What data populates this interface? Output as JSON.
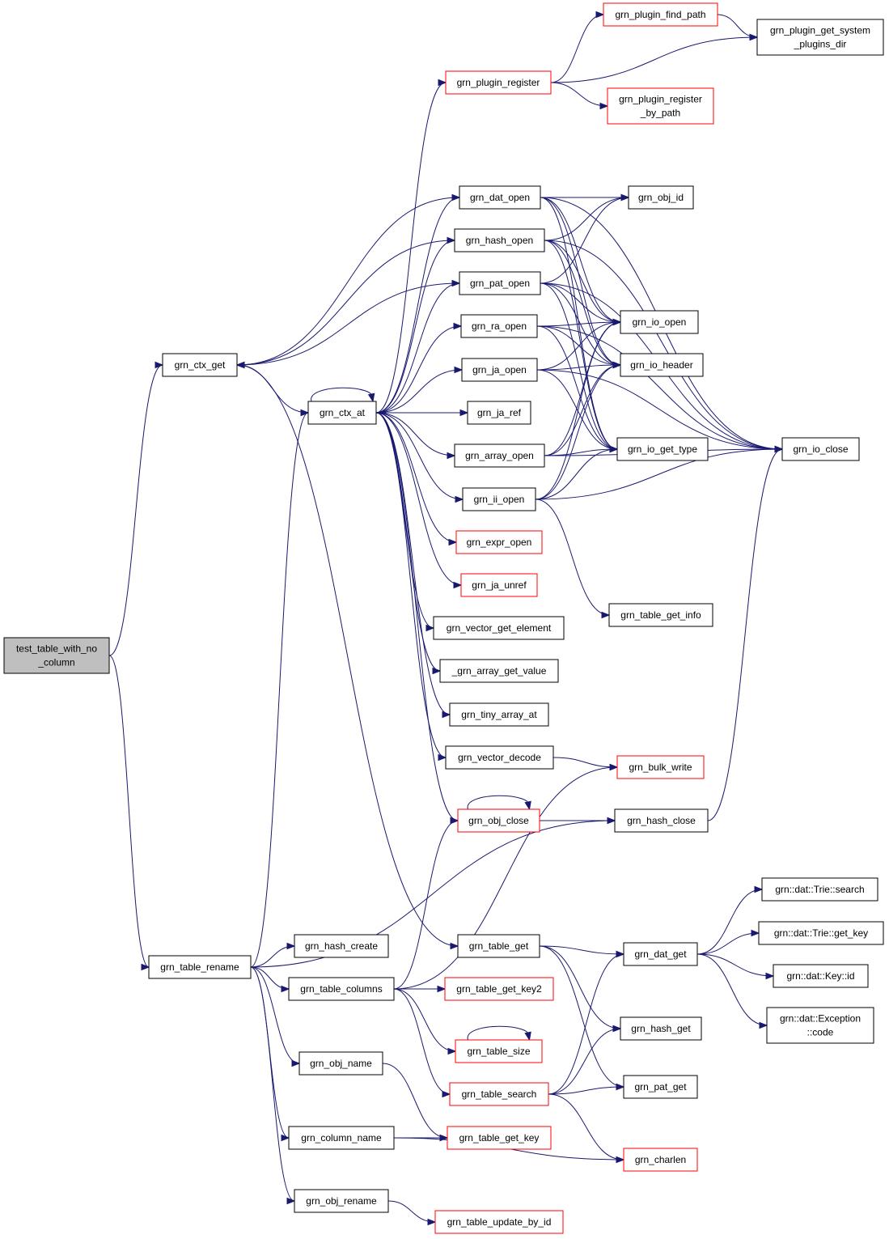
{
  "diagram": {
    "colors": {
      "edge": "#191970",
      "node_border_default": "#000000",
      "node_border_link": "#ff0000",
      "node_fill_root": "#bfbfbf",
      "node_fill": "#ffffff"
    },
    "nodes": [
      {
        "id": "root",
        "lines": [
          "test_table_with_no",
          "_column"
        ],
        "style": "root"
      },
      {
        "id": "ctx_get",
        "lines": [
          "grn_ctx_get"
        ],
        "style": "normal"
      },
      {
        "id": "table_rename",
        "lines": [
          "grn_table_rename"
        ],
        "style": "normal"
      },
      {
        "id": "ctx_at",
        "lines": [
          "grn_ctx_at"
        ],
        "style": "normal"
      },
      {
        "id": "plugin_register",
        "lines": [
          "grn_plugin_register"
        ],
        "style": "red"
      },
      {
        "id": "plugin_find_path",
        "lines": [
          "grn_plugin_find_path"
        ],
        "style": "red"
      },
      {
        "id": "plugin_get_system",
        "lines": [
          "grn_plugin_get_system",
          "_plugins_dir"
        ],
        "style": "normal"
      },
      {
        "id": "plugin_register_by_path",
        "lines": [
          "grn_plugin_register",
          "_by_path"
        ],
        "style": "red"
      },
      {
        "id": "dat_open",
        "lines": [
          "grn_dat_open"
        ],
        "style": "normal"
      },
      {
        "id": "hash_open",
        "lines": [
          "grn_hash_open"
        ],
        "style": "normal"
      },
      {
        "id": "pat_open",
        "lines": [
          "grn_pat_open"
        ],
        "style": "normal"
      },
      {
        "id": "ra_open",
        "lines": [
          "grn_ra_open"
        ],
        "style": "normal"
      },
      {
        "id": "ja_open",
        "lines": [
          "grn_ja_open"
        ],
        "style": "normal"
      },
      {
        "id": "ja_ref",
        "lines": [
          "grn_ja_ref"
        ],
        "style": "normal"
      },
      {
        "id": "array_open",
        "lines": [
          "grn_array_open"
        ],
        "style": "normal"
      },
      {
        "id": "ii_open",
        "lines": [
          "grn_ii_open"
        ],
        "style": "normal"
      },
      {
        "id": "expr_open",
        "lines": [
          "grn_expr_open"
        ],
        "style": "red"
      },
      {
        "id": "ja_unref",
        "lines": [
          "grn_ja_unref"
        ],
        "style": "red"
      },
      {
        "id": "vector_get_element",
        "lines": [
          "grn_vector_get_element"
        ],
        "style": "normal"
      },
      {
        "id": "array_get_value",
        "lines": [
          "_grn_array_get_value"
        ],
        "style": "normal"
      },
      {
        "id": "tiny_array_at",
        "lines": [
          "grn_tiny_array_at"
        ],
        "style": "normal"
      },
      {
        "id": "vector_decode",
        "lines": [
          "grn_vector_decode"
        ],
        "style": "normal"
      },
      {
        "id": "obj_close",
        "lines": [
          "grn_obj_close"
        ],
        "style": "red"
      },
      {
        "id": "obj_id",
        "lines": [
          "grn_obj_id"
        ],
        "style": "normal"
      },
      {
        "id": "io_open",
        "lines": [
          "grn_io_open"
        ],
        "style": "normal"
      },
      {
        "id": "io_header",
        "lines": [
          "grn_io_header"
        ],
        "style": "normal"
      },
      {
        "id": "io_get_type",
        "lines": [
          "grn_io_get_type"
        ],
        "style": "normal"
      },
      {
        "id": "io_close",
        "lines": [
          "grn_io_close"
        ],
        "style": "normal"
      },
      {
        "id": "table_get_info",
        "lines": [
          "grn_table_get_info"
        ],
        "style": "normal"
      },
      {
        "id": "bulk_write",
        "lines": [
          "grn_bulk_write"
        ],
        "style": "red"
      },
      {
        "id": "hash_close",
        "lines": [
          "grn_hash_close"
        ],
        "style": "normal"
      },
      {
        "id": "hash_create",
        "lines": [
          "grn_hash_create"
        ],
        "style": "normal"
      },
      {
        "id": "table_columns",
        "lines": [
          "grn_table_columns"
        ],
        "style": "normal"
      },
      {
        "id": "obj_name",
        "lines": [
          "grn_obj_name"
        ],
        "style": "normal"
      },
      {
        "id": "column_name",
        "lines": [
          "grn_column_name"
        ],
        "style": "normal"
      },
      {
        "id": "obj_rename",
        "lines": [
          "grn_obj_rename"
        ],
        "style": "normal"
      },
      {
        "id": "table_get",
        "lines": [
          "grn_table_get"
        ],
        "style": "normal"
      },
      {
        "id": "table_get_key2",
        "lines": [
          "grn_table_get_key2"
        ],
        "style": "red"
      },
      {
        "id": "table_size",
        "lines": [
          "grn_table_size"
        ],
        "style": "red"
      },
      {
        "id": "table_search",
        "lines": [
          "grn_table_search"
        ],
        "style": "red"
      },
      {
        "id": "table_get_key",
        "lines": [
          "grn_table_get_key"
        ],
        "style": "red"
      },
      {
        "id": "table_update_by_id",
        "lines": [
          "grn_table_update_by_id"
        ],
        "style": "red"
      },
      {
        "id": "dat_get",
        "lines": [
          "grn_dat_get"
        ],
        "style": "normal"
      },
      {
        "id": "hash_get",
        "lines": [
          "grn_hash_get"
        ],
        "style": "normal"
      },
      {
        "id": "pat_get",
        "lines": [
          "grn_pat_get"
        ],
        "style": "normal"
      },
      {
        "id": "charlen",
        "lines": [
          "grn_charlen"
        ],
        "style": "red"
      },
      {
        "id": "trie_search",
        "lines": [
          "grn::dat::Trie::search"
        ],
        "style": "normal"
      },
      {
        "id": "trie_get_key",
        "lines": [
          "grn::dat::Trie::get_key"
        ],
        "style": "normal"
      },
      {
        "id": "key_id",
        "lines": [
          "grn::dat::Key::id"
        ],
        "style": "normal"
      },
      {
        "id": "exception_code",
        "lines": [
          "grn::dat::Exception",
          "::code"
        ],
        "style": "normal"
      }
    ],
    "edges": [
      [
        "root",
        "ctx_get"
      ],
      [
        "root",
        "table_rename"
      ],
      [
        "ctx_get",
        "ctx_at"
      ],
      [
        "ctx_get",
        "table_get"
      ],
      [
        "table_rename",
        "ctx_at"
      ],
      [
        "table_rename",
        "hash_close"
      ],
      [
        "table_rename",
        "hash_create"
      ],
      [
        "table_rename",
        "table_columns"
      ],
      [
        "table_rename",
        "obj_name"
      ],
      [
        "table_rename",
        "column_name"
      ],
      [
        "table_rename",
        "obj_rename"
      ],
      [
        "ctx_at",
        "ctx_at"
      ],
      [
        "ctx_at",
        "plugin_register"
      ],
      [
        "ctx_at",
        "dat_open"
      ],
      [
        "ctx_at",
        "hash_open"
      ],
      [
        "ctx_at",
        "pat_open"
      ],
      [
        "ctx_at",
        "ra_open"
      ],
      [
        "ctx_at",
        "ja_open"
      ],
      [
        "ctx_at",
        "ja_ref"
      ],
      [
        "ctx_at",
        "array_open"
      ],
      [
        "ctx_at",
        "ii_open"
      ],
      [
        "ctx_at",
        "expr_open"
      ],
      [
        "ctx_at",
        "ja_unref"
      ],
      [
        "ctx_at",
        "vector_get_element"
      ],
      [
        "ctx_at",
        "array_get_value"
      ],
      [
        "ctx_at",
        "tiny_array_at"
      ],
      [
        "ctx_at",
        "vector_decode"
      ],
      [
        "ctx_at",
        "obj_close"
      ],
      [
        "plugin_register",
        "plugin_find_path"
      ],
      [
        "plugin_register",
        "plugin_get_system"
      ],
      [
        "plugin_register",
        "plugin_register_by_path"
      ],
      [
        "plugin_find_path",
        "plugin_get_system"
      ],
      [
        "dat_open",
        "ctx_get"
      ],
      [
        "dat_open",
        "obj_id"
      ],
      [
        "dat_open",
        "io_open"
      ],
      [
        "dat_open",
        "io_header"
      ],
      [
        "dat_open",
        "io_get_type"
      ],
      [
        "dat_open",
        "io_close"
      ],
      [
        "hash_open",
        "ctx_get"
      ],
      [
        "hash_open",
        "obj_id"
      ],
      [
        "hash_open",
        "io_open"
      ],
      [
        "hash_open",
        "io_header"
      ],
      [
        "hash_open",
        "io_get_type"
      ],
      [
        "hash_open",
        "io_close"
      ],
      [
        "pat_open",
        "ctx_get"
      ],
      [
        "pat_open",
        "obj_id"
      ],
      [
        "pat_open",
        "io_open"
      ],
      [
        "pat_open",
        "io_header"
      ],
      [
        "pat_open",
        "io_get_type"
      ],
      [
        "pat_open",
        "io_close"
      ],
      [
        "ra_open",
        "io_open"
      ],
      [
        "ra_open",
        "io_header"
      ],
      [
        "ra_open",
        "io_get_type"
      ],
      [
        "ra_open",
        "io_close"
      ],
      [
        "ja_open",
        "io_open"
      ],
      [
        "ja_open",
        "io_header"
      ],
      [
        "ja_open",
        "io_get_type"
      ],
      [
        "ja_open",
        "io_close"
      ],
      [
        "array_open",
        "io_open"
      ],
      [
        "array_open",
        "io_header"
      ],
      [
        "array_open",
        "io_get_type"
      ],
      [
        "array_open",
        "io_close"
      ],
      [
        "ii_open",
        "io_open"
      ],
      [
        "ii_open",
        "io_header"
      ],
      [
        "ii_open",
        "io_get_type"
      ],
      [
        "ii_open",
        "io_close"
      ],
      [
        "ii_open",
        "table_get_info"
      ],
      [
        "vector_decode",
        "bulk_write"
      ],
      [
        "obj_close",
        "obj_close"
      ],
      [
        "obj_close",
        "hash_close"
      ],
      [
        "hash_close",
        "io_close"
      ],
      [
        "table_columns",
        "obj_close"
      ],
      [
        "table_columns",
        "bulk_write"
      ],
      [
        "table_columns",
        "table_get_key2"
      ],
      [
        "table_columns",
        "table_size"
      ],
      [
        "table_columns",
        "table_search"
      ],
      [
        "obj_name",
        "table_get_key"
      ],
      [
        "column_name",
        "table_get_key"
      ],
      [
        "column_name",
        "charlen"
      ],
      [
        "obj_rename",
        "table_update_by_id"
      ],
      [
        "table_size",
        "table_size"
      ],
      [
        "table_get",
        "dat_get"
      ],
      [
        "table_get",
        "hash_get"
      ],
      [
        "table_get",
        "pat_get"
      ],
      [
        "table_search",
        "dat_get"
      ],
      [
        "table_search",
        "hash_get"
      ],
      [
        "table_search",
        "pat_get"
      ],
      [
        "table_search",
        "charlen"
      ],
      [
        "dat_get",
        "trie_search"
      ],
      [
        "dat_get",
        "trie_get_key"
      ],
      [
        "dat_get",
        "key_id"
      ],
      [
        "dat_get",
        "exception_code"
      ]
    ]
  }
}
